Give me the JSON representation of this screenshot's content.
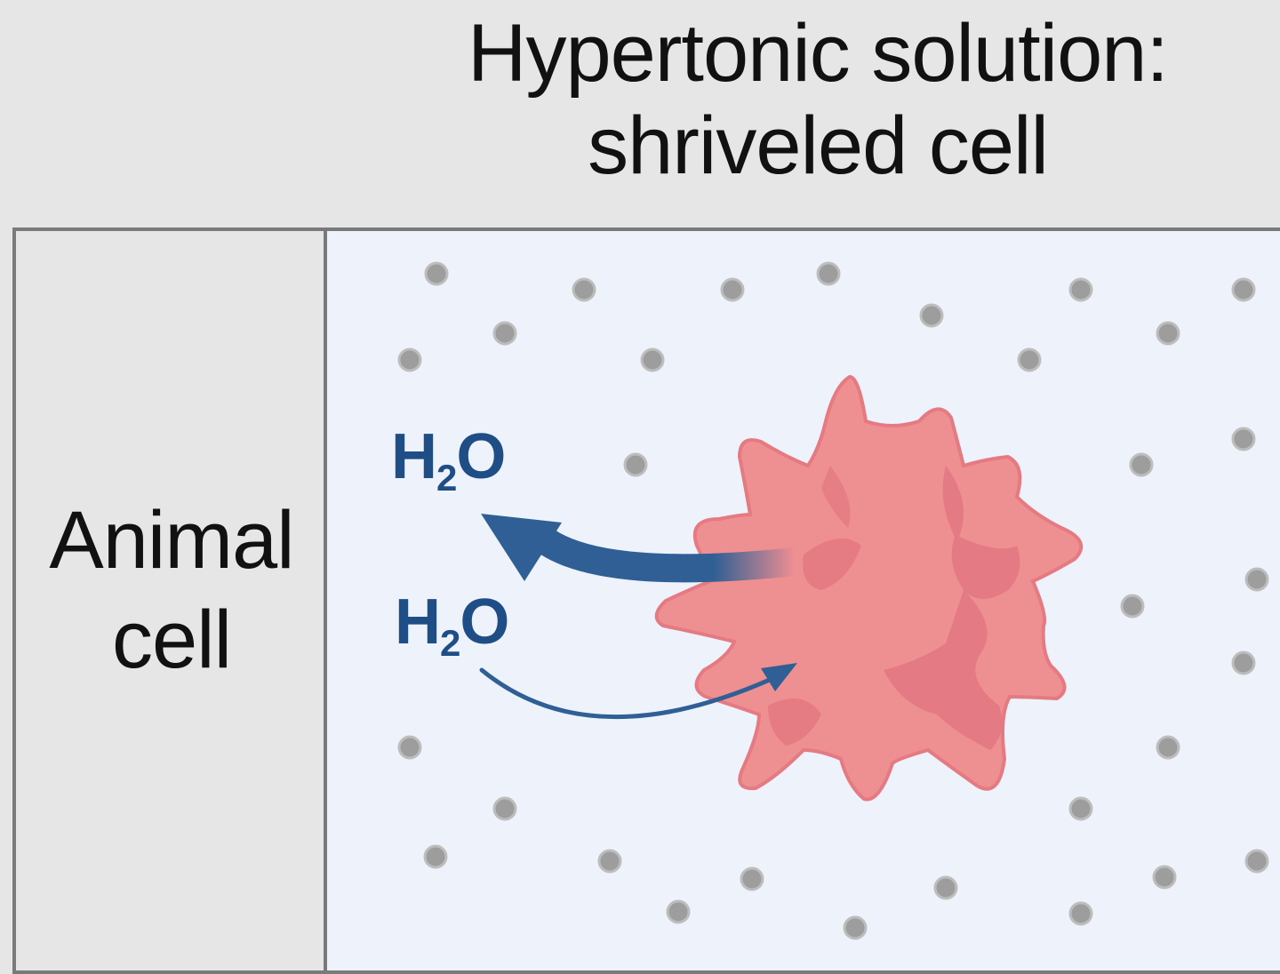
{
  "header": {
    "line1": "Hypertonic solution:",
    "line2": "shriveled cell"
  },
  "row": {
    "label_line1": "Animal",
    "label_line2": "cell"
  },
  "labels": {
    "water_out": {
      "main": "H",
      "sub": "2",
      "end": "O"
    },
    "water_in": {
      "main": "H",
      "sub": "2",
      "end": "O"
    }
  },
  "colors": {
    "background": "#e6e6e6",
    "panel": "#eef3fb",
    "cell": "#ee8f92",
    "cell_shadow": "#e0737b",
    "arrow": "#2f5f94",
    "solute": "#9d9d9d"
  },
  "icons": {
    "cell": "shriveled-animal-cell-icon",
    "solute": "solute-particle-icon",
    "arrow_out": "water-out-arrow-icon",
    "arrow_in": "water-in-arrow-icon"
  }
}
